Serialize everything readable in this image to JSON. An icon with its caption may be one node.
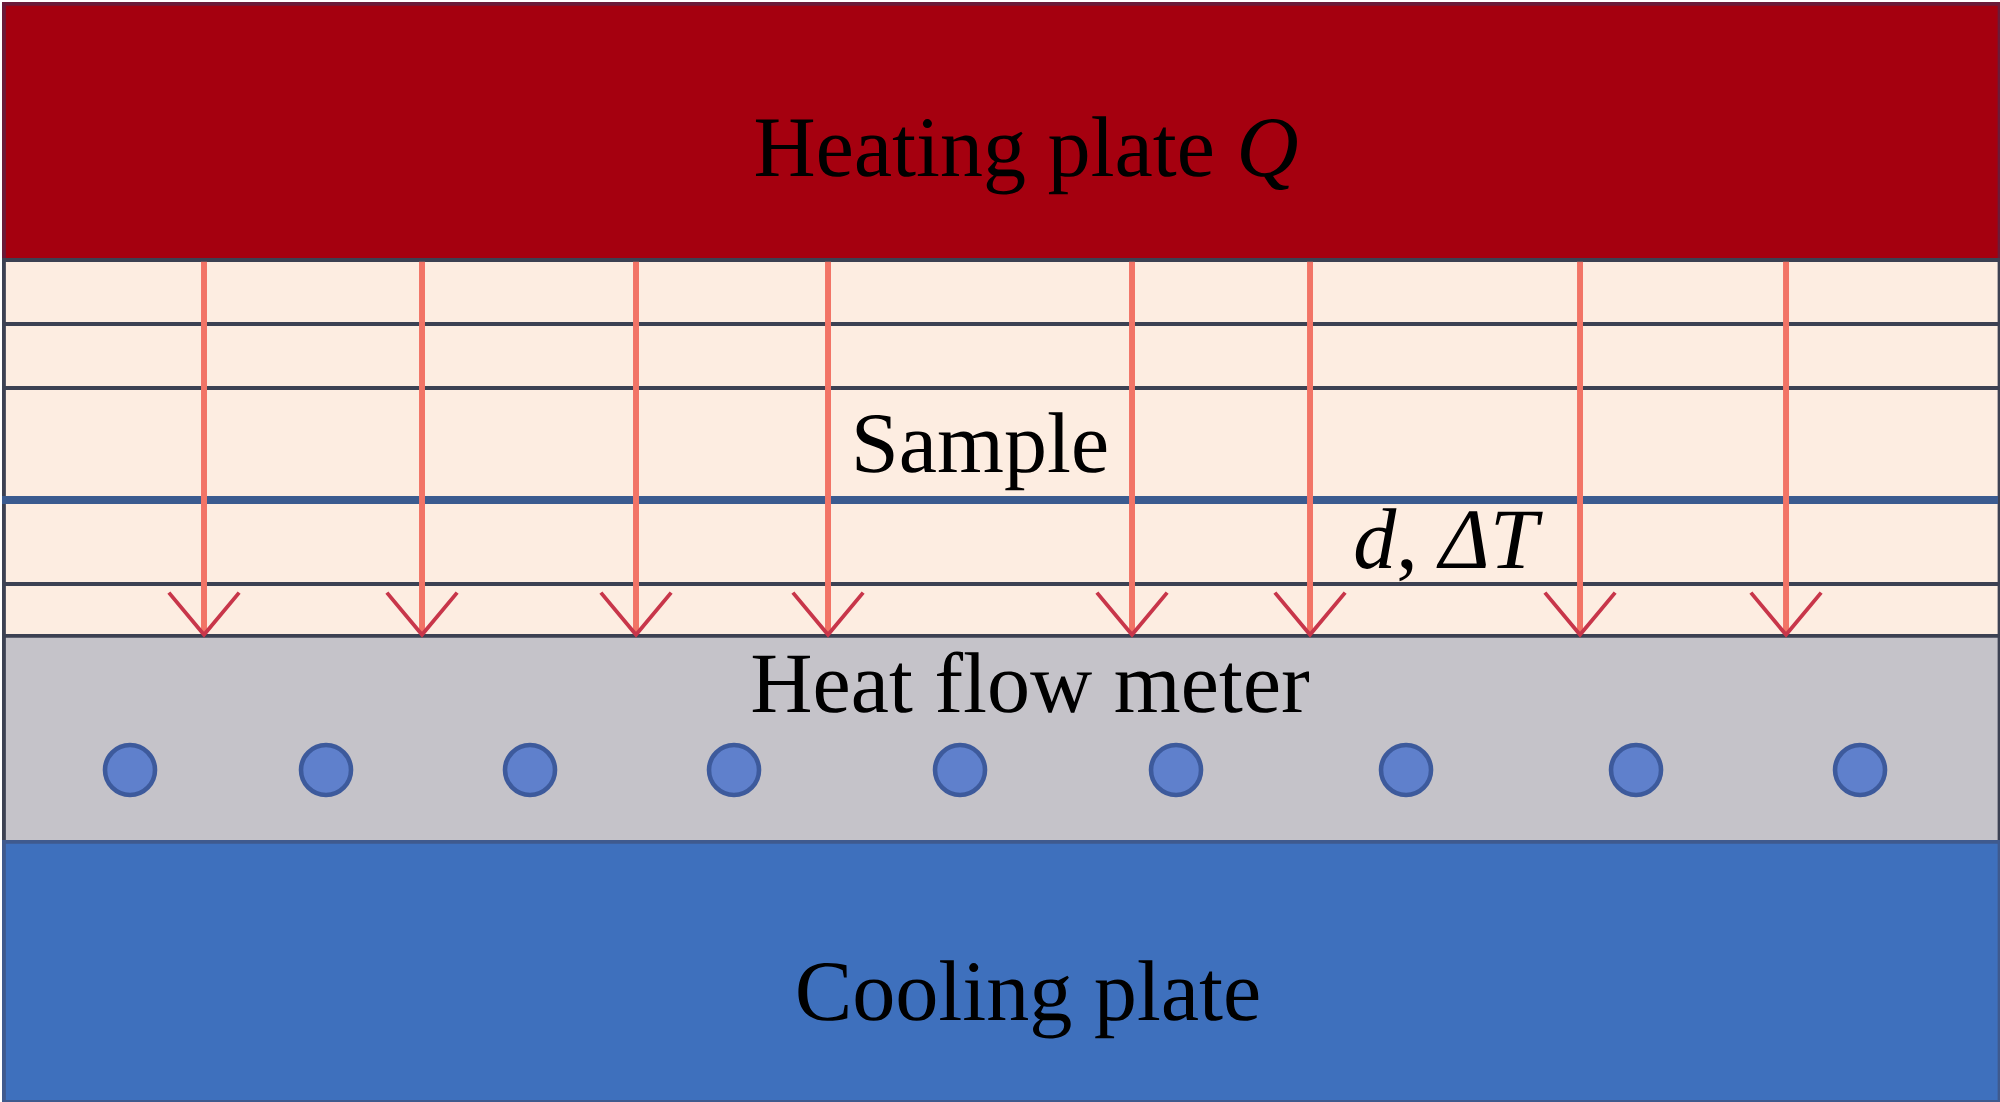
{
  "diagram": {
    "nodes": [
      {
        "text": [
          "Heating plate *Q*"
        ]
      },
      {
        "text": [
          "Sample",
          "*d*, *ΔT*"
        ]
      },
      {
        "text": [
          "Heat flow meter"
        ]
      },
      {
        "text": [
          "Cooling plate"
        ]
      }
    ],
    "edges": [
      {
        "from": 0,
        "to": 1,
        "arrow": "to"
      },
      {
        "from": 0,
        "to": 1,
        "arrow": "to"
      },
      {
        "from": 0,
        "to": 1,
        "arrow": "to"
      },
      {
        "from": 0,
        "to": 1,
        "arrow": "to"
      },
      {
        "from": 0,
        "to": 1,
        "arrow": "to"
      },
      {
        "from": 0,
        "to": 1,
        "arrow": "to"
      },
      {
        "from": 0,
        "to": 1,
        "arrow": "to"
      },
      {
        "from": 0,
        "to": 1,
        "arrow": "to"
      }
    ]
  }
}
